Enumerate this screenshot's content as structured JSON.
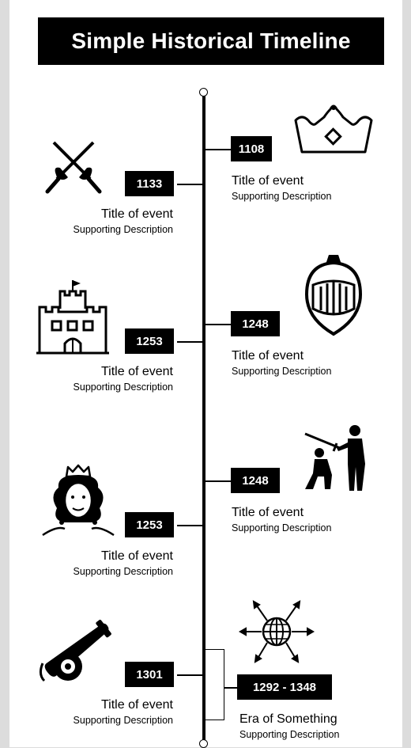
{
  "header": {
    "title": "Simple Historical Timeline"
  },
  "events": [
    {
      "date": "1108",
      "title": "Title of event",
      "desc": "Supporting Description",
      "icon": "crown-icon"
    },
    {
      "date": "1133",
      "title": "Title of event",
      "desc": "Supporting Description",
      "icon": "crossed-swords-icon"
    },
    {
      "date": "1248",
      "title": "Title of event",
      "desc": "Supporting Description",
      "icon": "knight-helmet-icon"
    },
    {
      "date": "1253",
      "title": "Title of event",
      "desc": "Supporting Description",
      "icon": "castle-icon"
    },
    {
      "date": "1248",
      "title": "Title of event",
      "desc": "Supporting Description",
      "icon": "knighting-ceremony-icon"
    },
    {
      "date": "1253",
      "title": "Title of event",
      "desc": "Supporting Description",
      "icon": "queen-icon"
    },
    {
      "date": "1301",
      "title": "Title of event",
      "desc": "Supporting Description",
      "icon": "cannon-icon"
    },
    {
      "date": "1292 - 1348",
      "title": "Era of Something",
      "desc": "Supporting Description",
      "icon": "globe-arrows-icon"
    }
  ]
}
